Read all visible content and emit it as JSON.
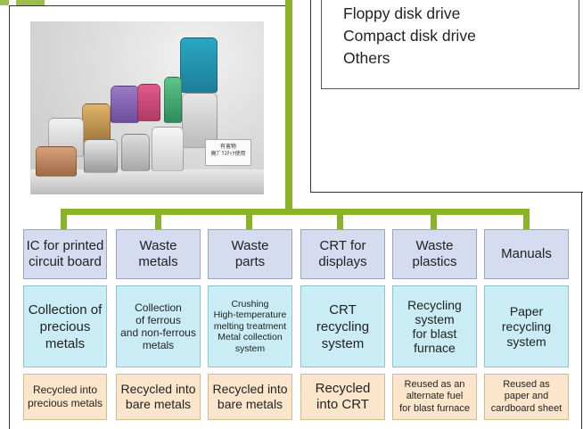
{
  "top_box": {
    "items": [
      "Floppy disk drive",
      "Compact disk drive",
      "Others"
    ]
  },
  "photo": {
    "label_text": "有害物\n廃ﾌﾟﾗｽﾁｯｸ使用"
  },
  "columns": [
    {
      "category": "IC for printed\ncircuit board",
      "process": "Collection of\nprecious\nmetals",
      "outcome": "Recycled into\nprecious metals"
    },
    {
      "category": "Waste\nmetals",
      "process": "Collection\nof ferrous\nand non-ferrous\nmetals",
      "outcome": "Recycled into\nbare metals"
    },
    {
      "category": "Waste\nparts",
      "process": "Crushing\nHigh-temperature\nmelting treatment\nMetal collection\nsystem",
      "outcome": "Recycled into\nbare metals"
    },
    {
      "category": "CRT for\ndisplays",
      "process": "CRT\nrecycling\nsystem",
      "outcome": "Recycled\ninto CRT"
    },
    {
      "category": "Waste\nplastics",
      "process": "Recycling\nsystem\nfor blast\nfurnace",
      "outcome": "Reused as an\nalternate fuel\nfor blast furnace"
    },
    {
      "category": "Manuals",
      "process": "Paper\nrecycling\nsystem",
      "outcome": "Reused as\npaper and\ncardboard sheet"
    }
  ],
  "colors": {
    "connector_green": "#8ab32a",
    "category_fill": "#d6dcf0",
    "process_fill": "#c9ecf5",
    "outcome_fill": "#fbe6cc"
  }
}
